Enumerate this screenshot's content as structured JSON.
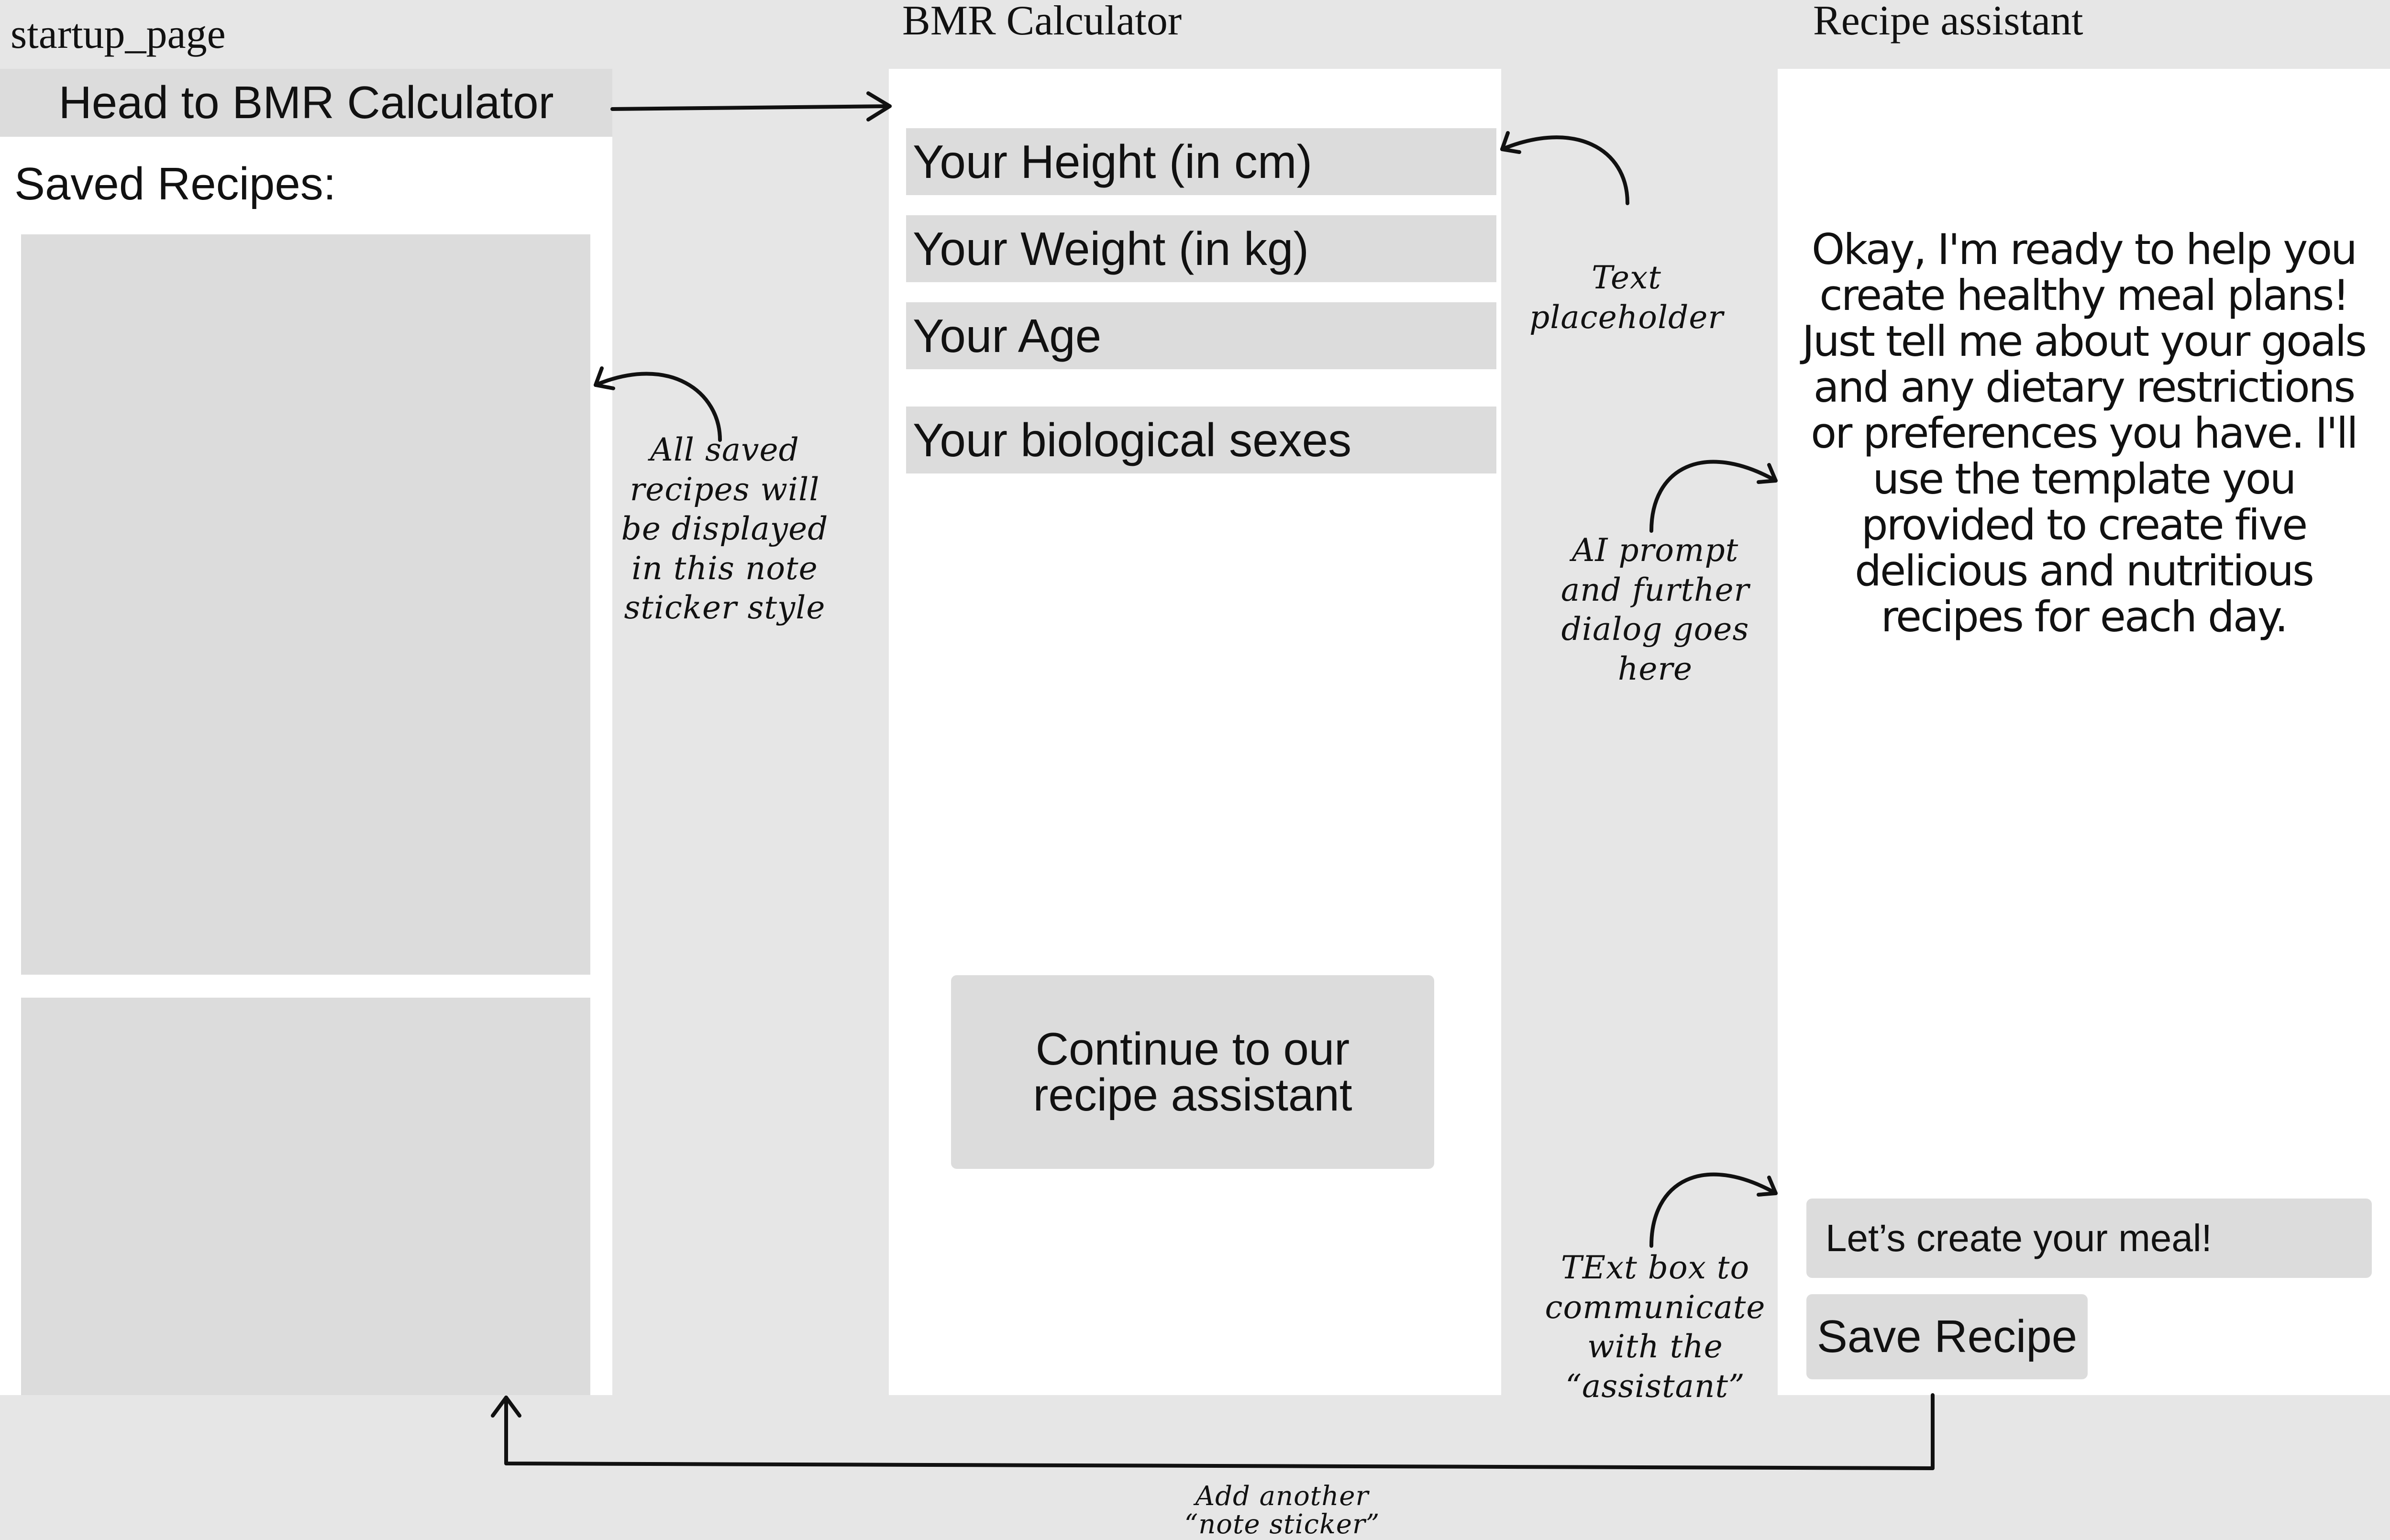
{
  "frames": {
    "startup": "startup_page",
    "bmr": "BMR Calculator",
    "recipe": "Recipe assistant"
  },
  "startup_page": {
    "head_button": "Head to BMR Calculator",
    "saved_label": "Saved Recipes:"
  },
  "bmr_page": {
    "height_placeholder": "Your Height (in cm)",
    "weight_placeholder": "Your Weight (in kg)",
    "age_placeholder": "Your Age",
    "sex_placeholder": "Your biological sexes",
    "continue_button_line1": "Continue to our",
    "continue_button_line2": "recipe assistant"
  },
  "recipe_page": {
    "assistant_message": "Okay, I'm ready to help you create healthy meal plans! Just tell me about your goals and any dietary restrictions or preferences you have. I'll use the template you provided to create five delicious and nutritious recipes for each day.",
    "chat_placeholder": "Let’s create your meal!",
    "save_button": "Save Recipe"
  },
  "annotations": {
    "saved_recipes_note": [
      "All saved",
      "recipes will",
      "be displayed",
      "in this note",
      "sticker style"
    ],
    "text_placeholder_note": [
      "Text",
      "placeholder"
    ],
    "ai_prompt_note": [
      "AI prompt",
      "and further",
      "dialog goes",
      "here"
    ],
    "text_box_note": [
      "TExt box to",
      "communicate",
      "with the",
      "“assistant”"
    ],
    "add_sticker_note": [
      "Add another",
      "“note sticker”"
    ]
  }
}
